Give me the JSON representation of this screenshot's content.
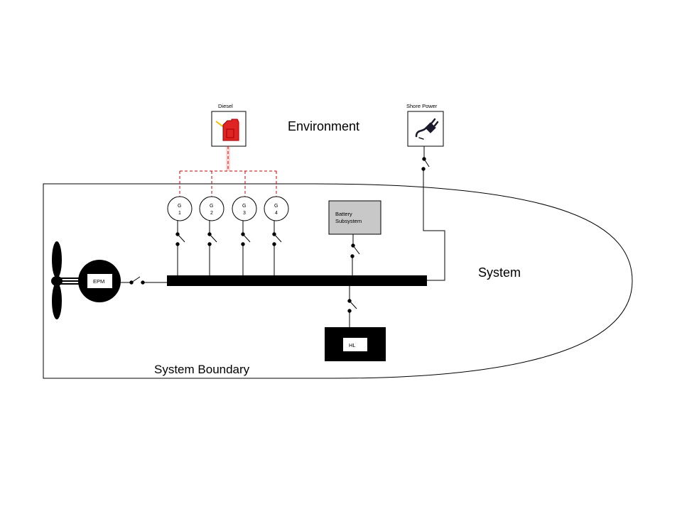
{
  "labels": {
    "environment": "Environment",
    "system": "System",
    "system_boundary": "System Boundary",
    "diesel": "Diesel",
    "shore_power": "Shore Power",
    "battery_line1": "Battery",
    "battery_line2": "Subsystem",
    "hl": "HL",
    "epm": "EPM"
  },
  "generators": [
    {
      "letter": "G",
      "number": "1"
    },
    {
      "letter": "G",
      "number": "2"
    },
    {
      "letter": "G",
      "number": "3"
    },
    {
      "letter": "G",
      "number": "4"
    }
  ],
  "icons": {
    "diesel": "fuel-can-icon",
    "shore_power": "power-plug-icon",
    "propeller": "propeller-icon"
  },
  "colors": {
    "fuel_line": "#cc0000",
    "diesel_can": "#e02424",
    "battery_fill": "#c8c8c8",
    "bus": "#000000"
  }
}
